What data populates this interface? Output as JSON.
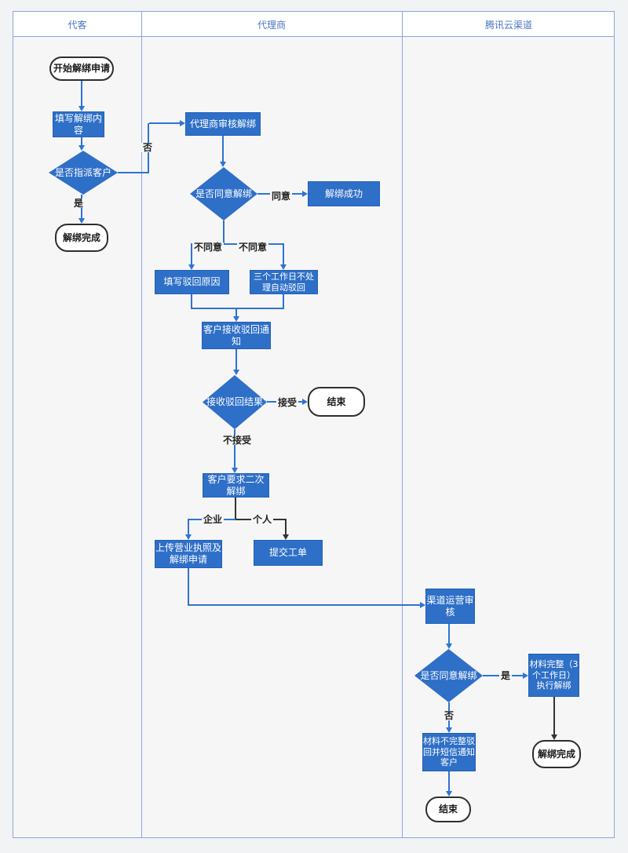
{
  "lanes": [
    {
      "label": "代客"
    },
    {
      "label": "代理商"
    },
    {
      "label": "腾讯云渠道"
    }
  ],
  "nodes": {
    "start": {
      "label": "开始解绑申请",
      "type": "terminator"
    },
    "fill_content": {
      "label": "填写解绑内容",
      "type": "process"
    },
    "assign_customer": {
      "label": "是否指派客户",
      "type": "decision"
    },
    "unbind_done_1": {
      "label": "解绑完成",
      "type": "terminator"
    },
    "agent_review": {
      "label": "代理商审核解绑",
      "type": "process"
    },
    "agree_unbind_1": {
      "label": "是否同意解绑",
      "type": "decision"
    },
    "unbind_success": {
      "label": "解绑成功",
      "type": "process"
    },
    "fill_reject_reason": {
      "label": "填写驳回原因",
      "type": "process"
    },
    "auto_reject": {
      "label": "三个工作日不处理自动驳回",
      "type": "process"
    },
    "receive_reject_notice": {
      "label": "客户接收驳回通知",
      "type": "process"
    },
    "receive_reject_result": {
      "label": "接收驳回结果",
      "type": "decision"
    },
    "end_1": {
      "label": "结束",
      "type": "terminator"
    },
    "second_unbind": {
      "label": "客户要求二次解绑",
      "type": "process"
    },
    "upload_license": {
      "label": "上传营业执照及解绑申请",
      "type": "process"
    },
    "submit_ticket": {
      "label": "提交工单",
      "type": "process"
    },
    "channel_review": {
      "label": "渠道运营审核",
      "type": "process"
    },
    "agree_unbind_2": {
      "label": "是否同意解绑",
      "type": "decision"
    },
    "material_complete": {
      "label": "材料完整（3个工作日）执行解绑",
      "type": "process"
    },
    "material_incomplete": {
      "label": "材料不完整驳回并短信通知客户",
      "type": "process"
    },
    "unbind_done_2": {
      "label": "解绑完成",
      "type": "terminator"
    },
    "end_2": {
      "label": "结束",
      "type": "terminator"
    }
  },
  "edge_labels": {
    "no_1": "否",
    "yes_1": "是",
    "agree": "同意",
    "disagree_left": "不同意",
    "disagree_right": "不同意",
    "accept": "接受",
    "not_accept": "不接受",
    "enterprise": "企业",
    "personal": "个人",
    "yes_2": "是",
    "no_2": "否"
  },
  "colors": {
    "node_fill": "#2e6fc7",
    "node_border": "#2361b8",
    "edge_blue": "#2d74d4",
    "edge_dark": "#333333",
    "frame_border": "#8aa7da",
    "header_text": "#4b76c2",
    "header_bg": "#ffffff",
    "lane_body_bg": "#f6f6f7"
  }
}
